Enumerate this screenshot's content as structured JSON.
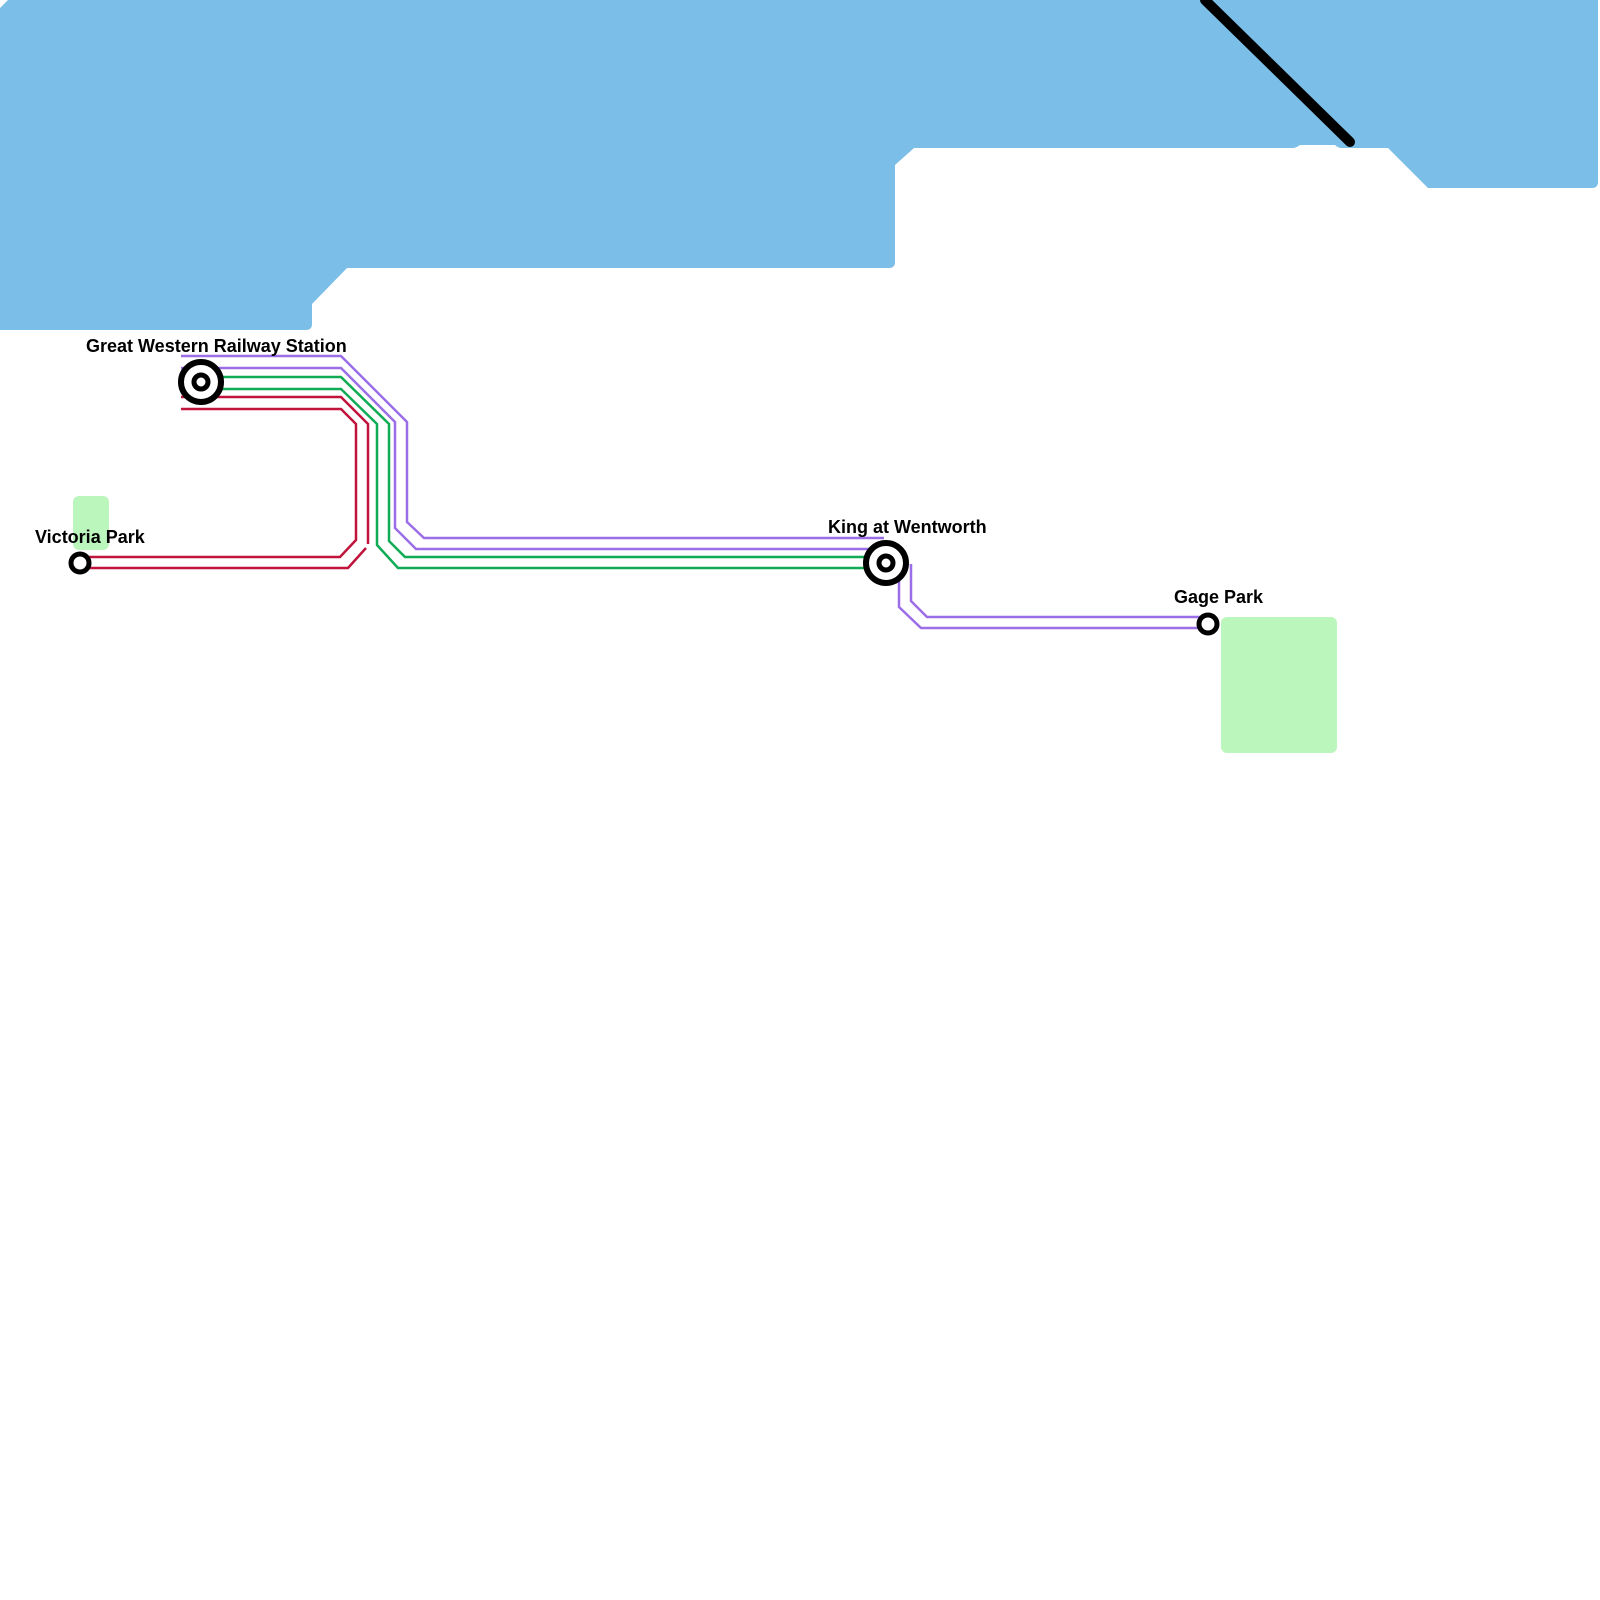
{
  "map": {
    "colors": {
      "water": "#7bbee8",
      "park": "#bbf6bd",
      "background": "#ffffff",
      "boundary": "#000000"
    },
    "lines": [
      {
        "id": "purple",
        "name": "Purple line",
        "color": "#9b6ee8"
      },
      {
        "id": "green",
        "name": "Green line",
        "color": "#0fac55"
      },
      {
        "id": "red",
        "name": "Red line",
        "color": "#c0143c"
      }
    ],
    "stations": [
      {
        "id": "gwr",
        "name": "Great Western Railway Station",
        "type": "interchange"
      },
      {
        "id": "victoria",
        "name": "Victoria Park",
        "type": "terminus"
      },
      {
        "id": "king",
        "name": "King at Wentworth",
        "type": "interchange"
      },
      {
        "id": "gage",
        "name": "Gage Park",
        "type": "terminus"
      }
    ],
    "features": {
      "water": "water-body",
      "parks": [
        "victoria-park-area",
        "gage-park-area"
      ],
      "boundary": "black-boundary-line"
    }
  }
}
